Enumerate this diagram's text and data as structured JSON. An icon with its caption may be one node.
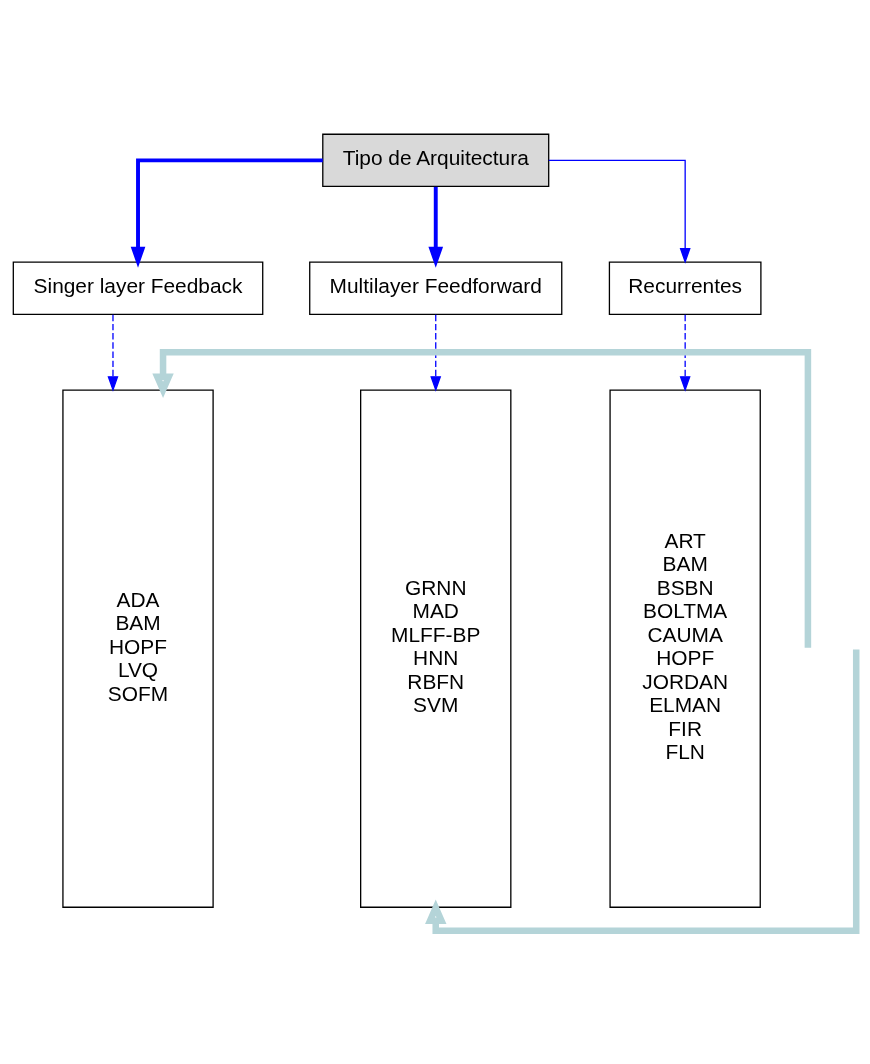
{
  "diagram": {
    "nodes": [
      {
        "text": [
          "Tipo de Arquitectura"
        ]
      },
      {
        "text": [
          "Singer layer Feedback"
        ]
      },
      {
        "text": [
          "Multilayer Feedforward"
        ]
      },
      {
        "text": [
          "Recurrentes"
        ]
      },
      {
        "text": [
          "ADA",
          "BAM",
          "HOPF",
          "LVQ",
          "SOFM"
        ]
      },
      {
        "text": [
          "GRNN",
          "MAD",
          "MLFF-BP",
          "HNN",
          "RBFN",
          "SVM"
        ]
      },
      {
        "text": [
          "ART",
          "BAM",
          "BSBN",
          "BOLTMA",
          "CAUMA",
          "HOPF",
          "JORDAN",
          "ELMAN",
          "FIR",
          "FLN"
        ]
      }
    ],
    "edges": [
      {
        "from": 0,
        "to": 1,
        "arrow": "to",
        "style": "thick"
      },
      {
        "from": 0,
        "to": 2,
        "arrow": "to",
        "style": "thick"
      },
      {
        "from": 0,
        "to": 3,
        "arrow": "to"
      },
      {
        "from": 1,
        "to": 4,
        "arrow": "to",
        "style": "dashed"
      },
      {
        "from": 2,
        "to": 5,
        "arrow": "to",
        "style": "dashed"
      },
      {
        "from": 3,
        "to": 6,
        "arrow": "to",
        "style": "dashed"
      },
      {
        "from": null,
        "to": 4,
        "arrow": "to",
        "style": "thick",
        "color": "#b4d4d8"
      },
      {
        "from": null,
        "to": 5,
        "arrow": "to",
        "style": "thick",
        "color": "#b4d4d8"
      }
    ]
  }
}
